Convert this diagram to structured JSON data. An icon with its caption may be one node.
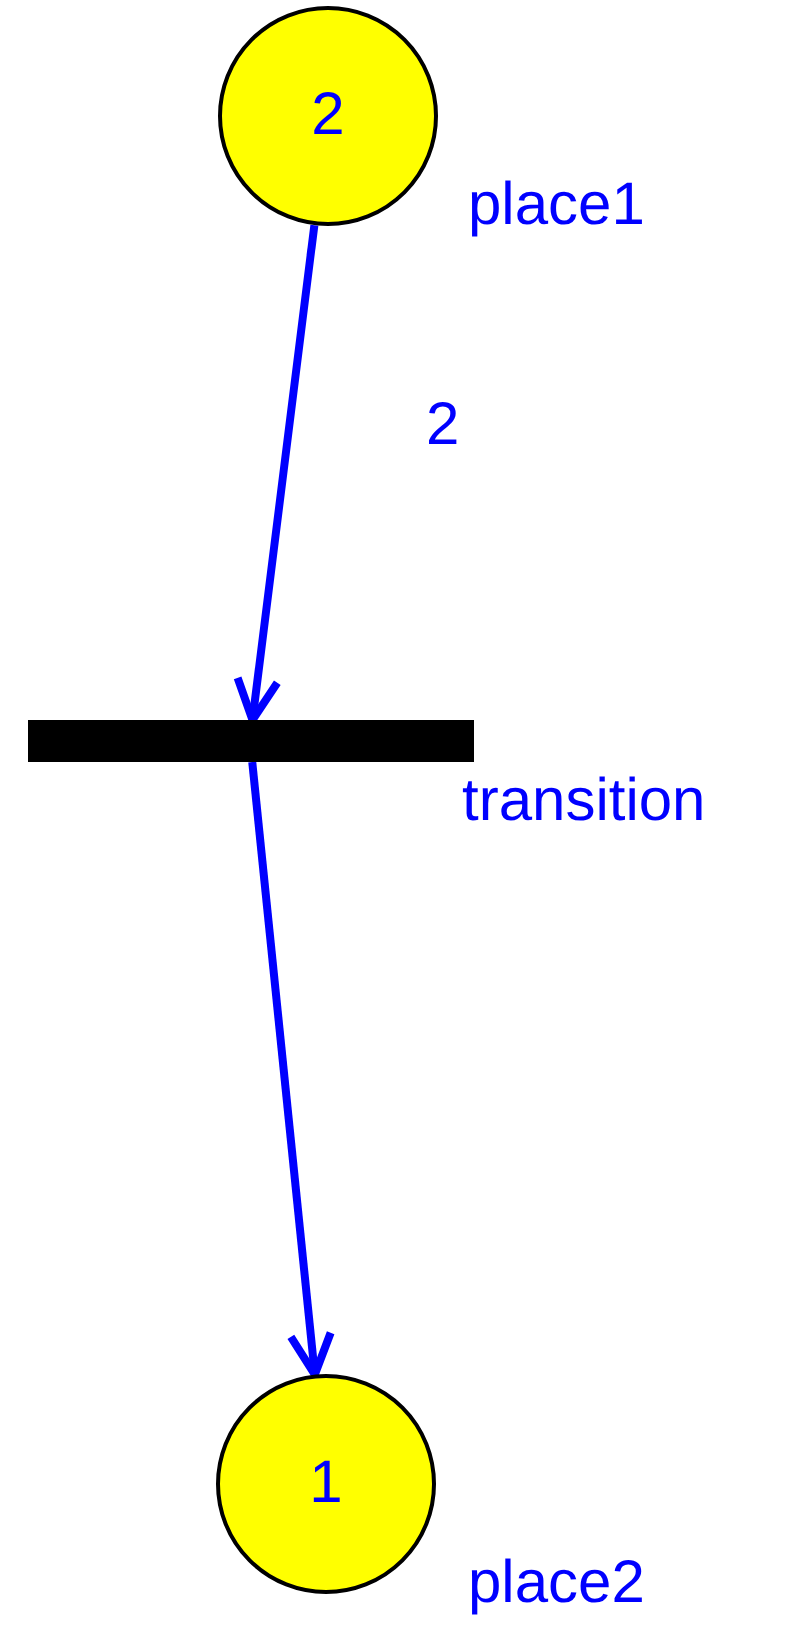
{
  "diagram": {
    "nodes": [
      {
        "text": [
          "2"
        ],
        "beside": [
          "place1"
        ]
      },
      {
        "text": [],
        "shape": "bar",
        "beside": [
          "transition"
        ]
      },
      {
        "text": [
          "1"
        ],
        "beside": [
          "place2"
        ]
      }
    ],
    "edges": [
      {
        "from": 0,
        "to": 1,
        "arrow": "to",
        "label": "2"
      },
      {
        "from": 1,
        "to": 2,
        "arrow": "to"
      }
    ]
  }
}
